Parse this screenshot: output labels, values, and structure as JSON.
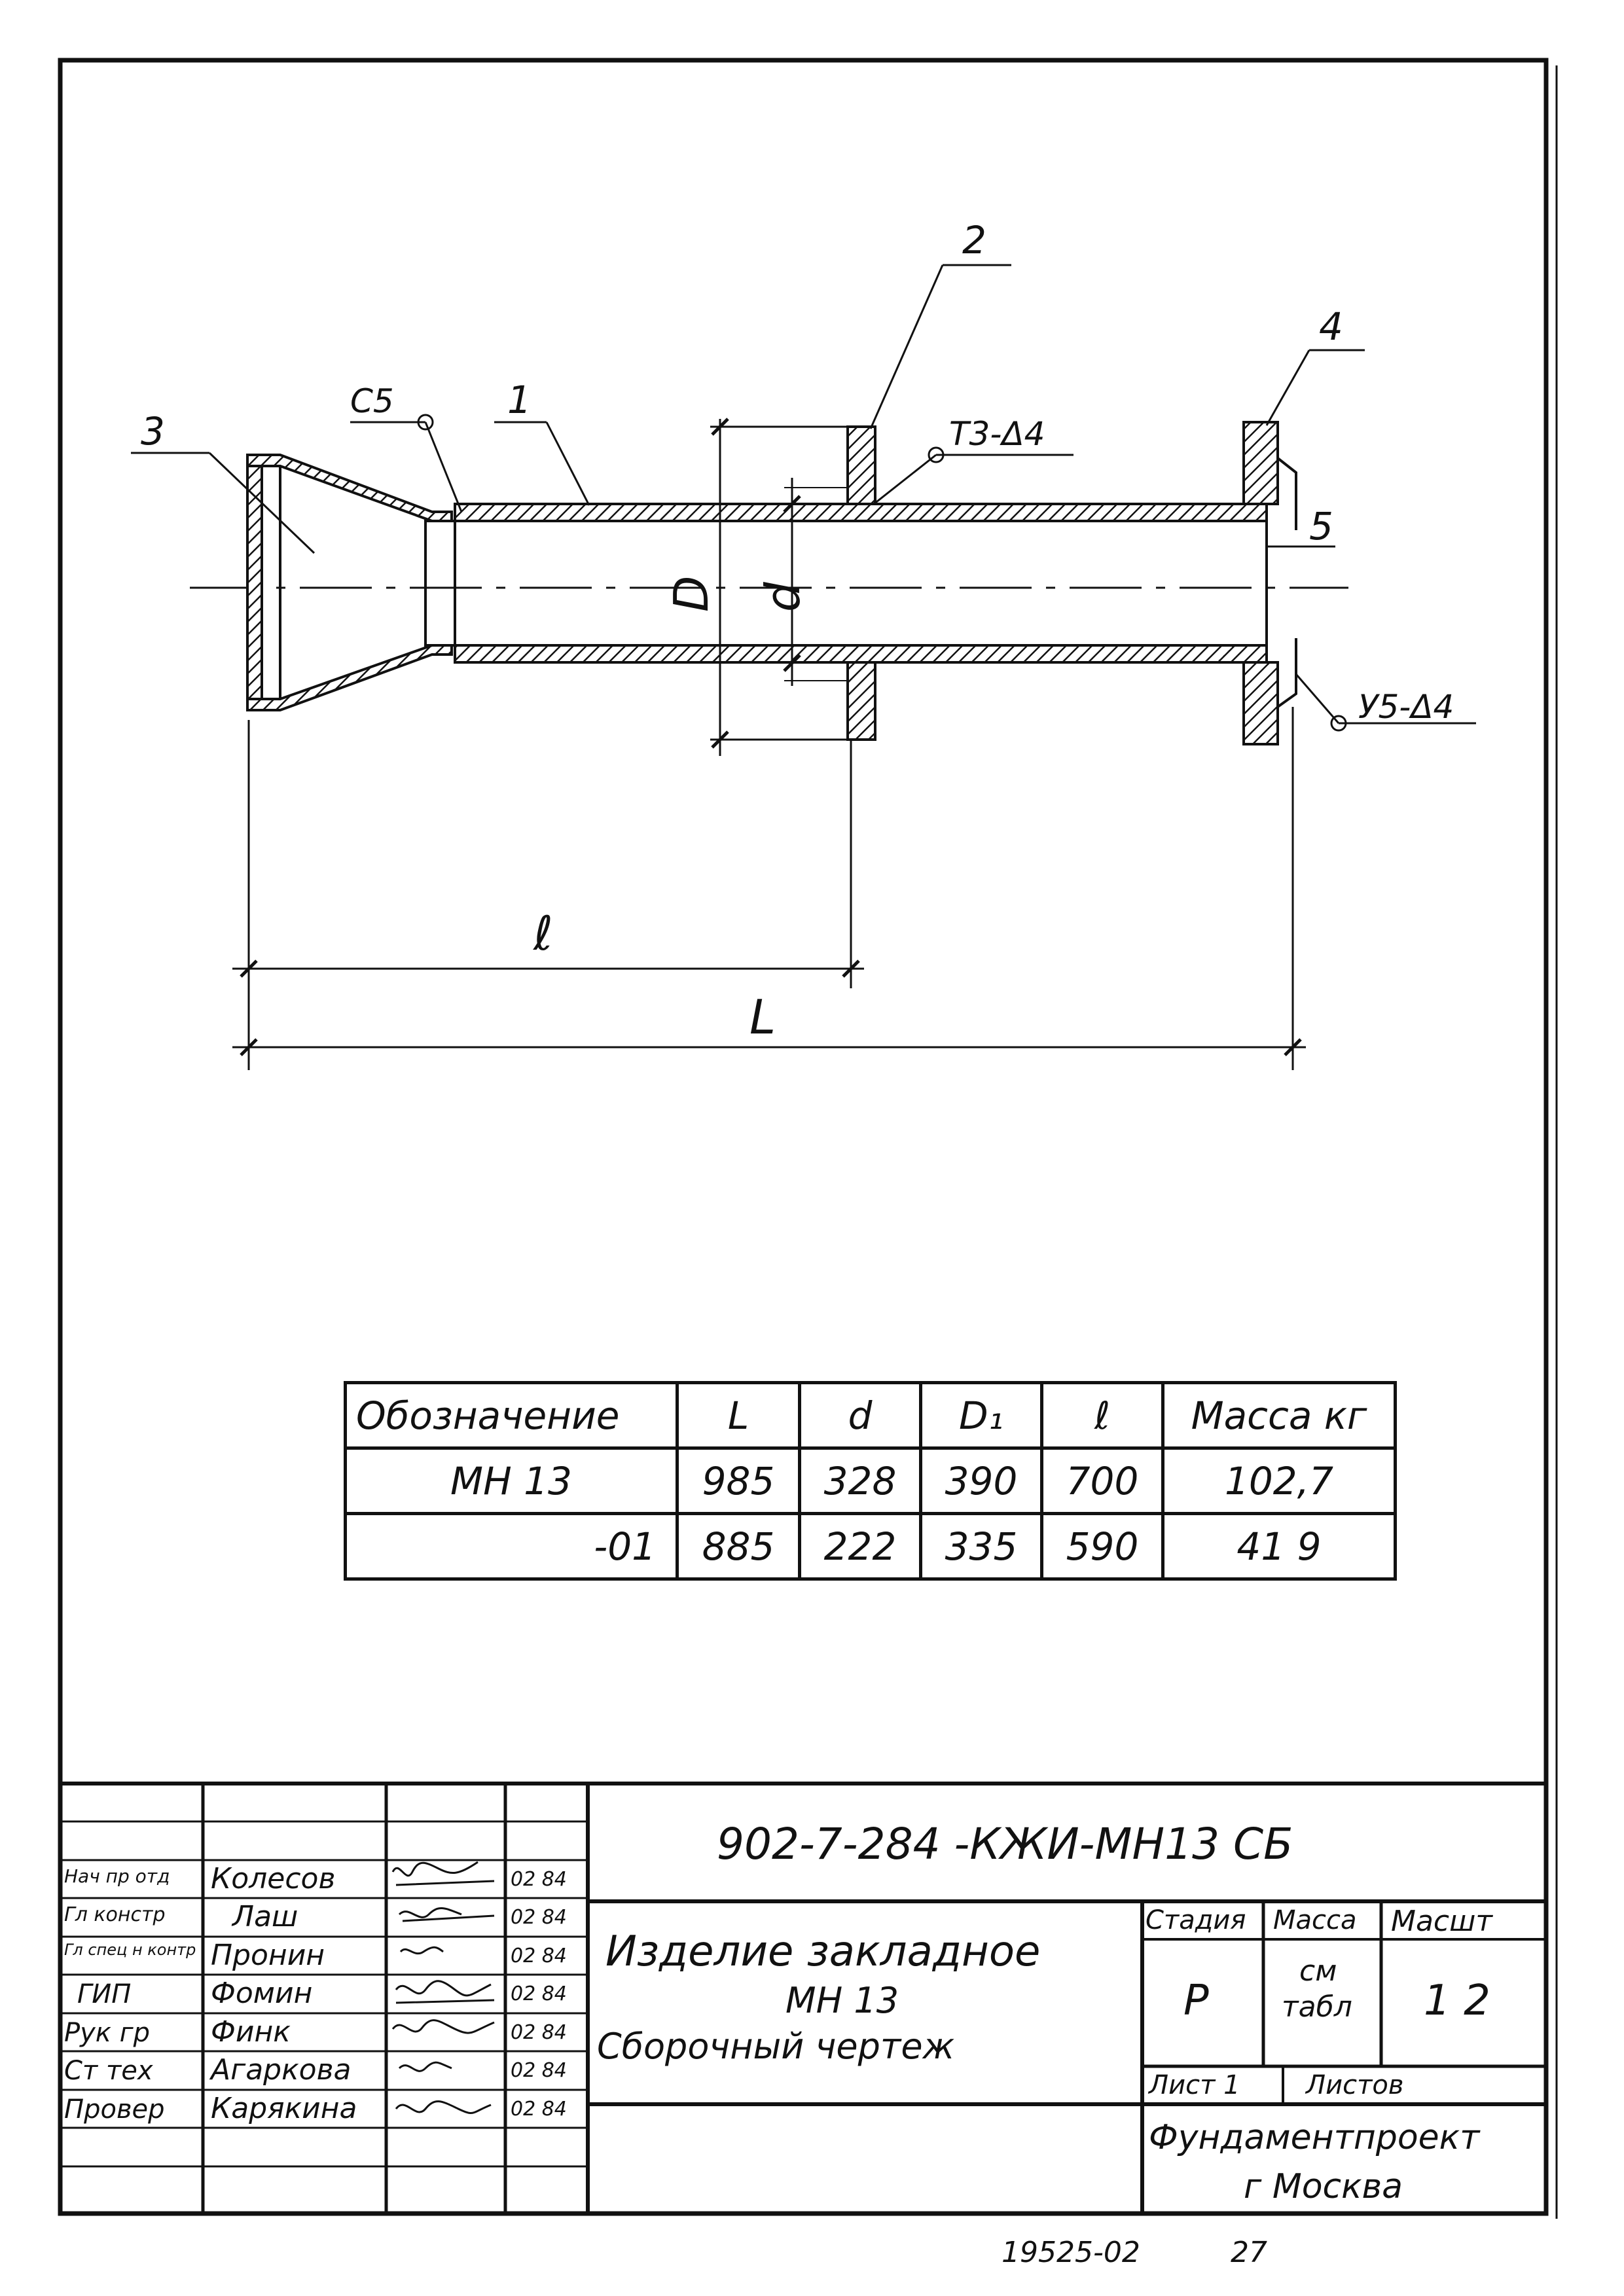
{
  "drawing": {
    "callouts": {
      "p1": "1",
      "p2": "2",
      "p3": "3",
      "p4": "4",
      "p5": "5"
    },
    "weld_notes": {
      "c5": "С5",
      "t3": "Т3-Δ4",
      "u5": "У5-Δ4"
    },
    "dims": {
      "big_l": "L",
      "small_l": "ℓ",
      "big_d": "D",
      "small_d": "d"
    }
  },
  "spec_table": {
    "headers": [
      "Обозначение",
      "L",
      "d",
      "D₁",
      "ℓ",
      "Масса кг"
    ],
    "rows": [
      [
        "МН 13",
        "985",
        "328",
        "390",
        "700",
        "102,7"
      ],
      [
        "-01",
        "885",
        "222",
        "335",
        "590",
        "41 9"
      ]
    ]
  },
  "title_block": {
    "code": "902-7-284 -КЖИ-МН13 СБ",
    "roles": [
      "Нач пр отд",
      "Гл констр",
      "Гл спец н контр",
      "ГИП",
      "Рук гр",
      "Ст тех",
      "Провер"
    ],
    "names": [
      "Колесов",
      "Лаш",
      "Пронин",
      "Фомин",
      "Финк",
      "Агаркова",
      "Карякина"
    ],
    "dates": [
      "02 84",
      "02 84",
      "02 84",
      "02 84",
      "02 84",
      "02 84",
      "02 84"
    ],
    "title_line1": "Изделие закладное",
    "title_line2": "МН 13",
    "title_line3": "Сборочный чертеж",
    "stage_header": "Стадия",
    "mass_header": "Масса",
    "scale_header": "Масшт",
    "stage_value": "Р",
    "mass_value_1": "см",
    "mass_value_2": "табл",
    "scale_value": "1 2",
    "sheet_label": "Лист 1",
    "sheets_label": "Листов",
    "org_line1": "Фундаментпроект",
    "org_line2": "г Москва"
  },
  "footer": {
    "number": "19525-02",
    "page": "27"
  }
}
